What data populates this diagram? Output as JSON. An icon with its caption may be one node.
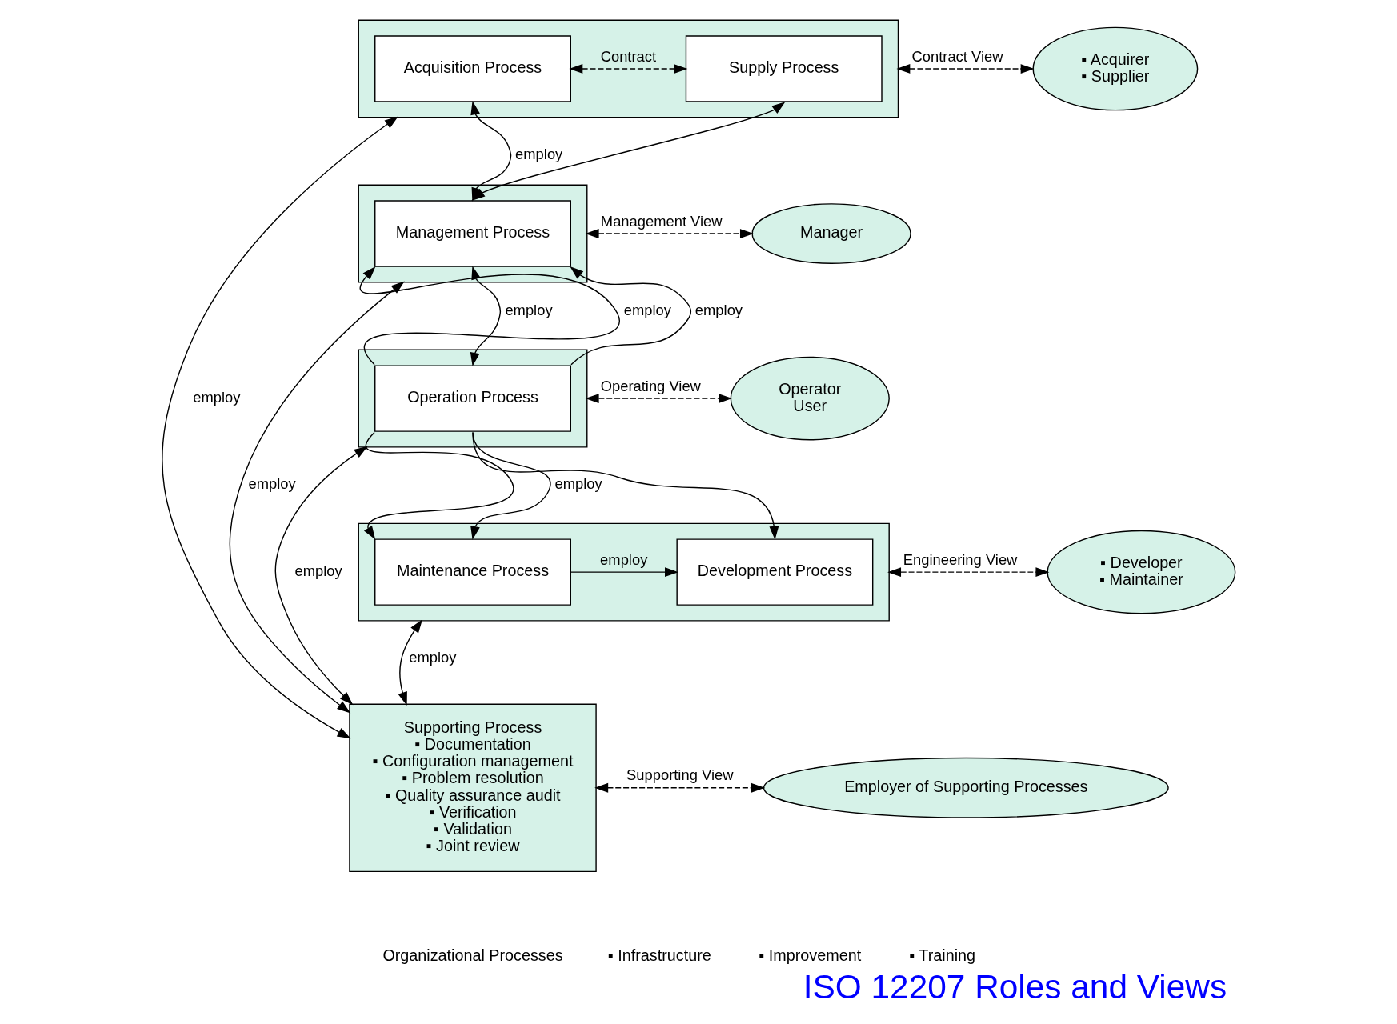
{
  "diagram": {
    "title": "ISO 12207 Roles and Views",
    "nodes": [
      {
        "text": [
          "Supporting Process",
          "▪ Documentation",
          "▪ Configuration management",
          "▪ Problem resolution",
          "▪ Quality assurance audit",
          "▪ Verification",
          "▪ Validation",
          "▪ Joint review"
        ]
      },
      {
        "text": [],
        "shape": "box"
      },
      {
        "text": [
          "Acquisition Process"
        ],
        "in": 1
      },
      {
        "text": [
          "Supply Process"
        ],
        "in": 1
      },
      {
        "text": [],
        "shape": "box"
      },
      {
        "text": [
          "Management Process"
        ],
        "in": 4
      },
      {
        "text": [],
        "shape": "box"
      },
      {
        "text": [
          "Operation Process"
        ],
        "in": 6
      },
      {
        "text": [],
        "shape": "box"
      },
      {
        "text": [
          "Maintenance Process"
        ],
        "in": 8
      },
      {
        "text": [
          "Development Process"
        ],
        "in": 8
      },
      {
        "text": [
          "▪ Acquirer",
          "▪ Supplier"
        ]
      },
      {
        "text": [
          "Manager"
        ]
      },
      {
        "text": [
          "Operator",
          "User"
        ]
      },
      {
        "text": [
          "▪ Developer",
          "▪ Maintainer"
        ]
      },
      {
        "text": [
          "Employer of Supporting Processes"
        ]
      }
    ],
    "edges": [
      {
        "from": 0,
        "to": 1,
        "arrow": "both",
        "label": "employ"
      },
      {
        "from": 0,
        "to": 4,
        "arrow": "both",
        "label": "employ"
      },
      {
        "from": 0,
        "to": 6,
        "arrow": "both",
        "label": "employ"
      },
      {
        "from": 0,
        "to": 8,
        "arrow": "both",
        "label": "employ"
      },
      {
        "from": 2,
        "to": 3,
        "arrow": "both",
        "label": "Contract",
        "style": "dashed"
      },
      {
        "from": 2,
        "to": 5,
        "arrow": "both",
        "label": "employ"
      },
      {
        "from": 3,
        "to": 5,
        "arrow": "both"
      },
      {
        "from": 7,
        "to": 5,
        "arrow": "to",
        "label": "employ"
      },
      {
        "from": 5,
        "to": 7,
        "arrow": "both",
        "label": "employ"
      },
      {
        "from": 7,
        "to": 5,
        "arrow": "to",
        "label": "employ"
      },
      {
        "from": 7,
        "to": 9,
        "arrow": "to"
      },
      {
        "from": 7,
        "to": 9,
        "arrow": "to",
        "label": "employ"
      },
      {
        "from": 7,
        "to": 10,
        "arrow": "to"
      },
      {
        "from": 9,
        "to": 10,
        "arrow": "to",
        "label": "employ"
      },
      {
        "from": 1,
        "to": 11,
        "arrow": "both",
        "label": "Contract View",
        "style": "dashed"
      },
      {
        "from": 4,
        "to": 12,
        "arrow": "both",
        "label": "Management View",
        "style": "dashed"
      },
      {
        "from": 6,
        "to": 13,
        "arrow": "both",
        "label": "Operating View",
        "style": "dashed"
      },
      {
        "from": 8,
        "to": 14,
        "arrow": "both",
        "label": "Engineering View",
        "style": "dashed"
      },
      {
        "from": 0,
        "to": 15,
        "arrow": "both",
        "label": "Supporting View",
        "style": "dashed"
      }
    ],
    "labels": [
      "Organizational Processes",
      "▪ Infrastructure",
      "▪ Improvement",
      "▪ Training"
    ]
  }
}
